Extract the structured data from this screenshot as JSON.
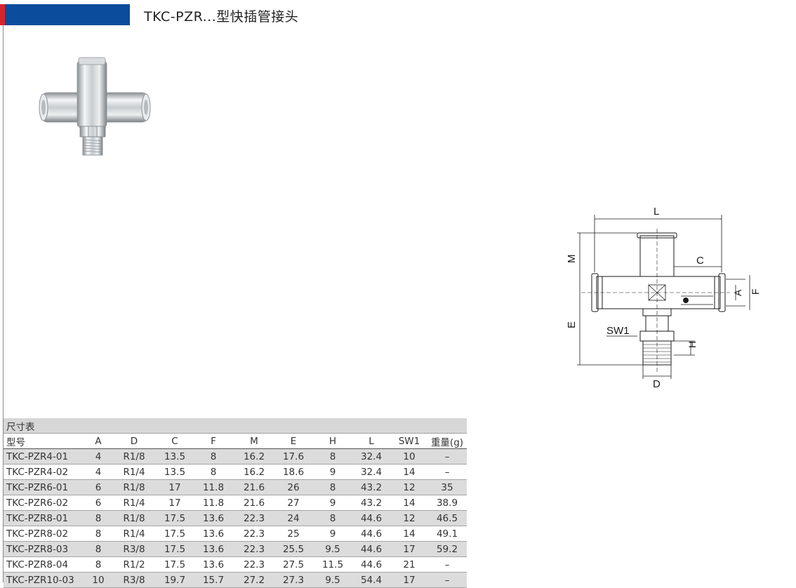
{
  "header": {
    "title": "TKC-PZR...型快插管接头",
    "accent_color": "#0b4c9c",
    "marker_color": "#d9232a"
  },
  "drawing_labels": {
    "L": "L",
    "M": "M",
    "C": "C",
    "A": "A",
    "F": "F",
    "E": "E",
    "SW1": "SW1",
    "H": "H",
    "D": "D"
  },
  "table": {
    "caption": "尺寸表",
    "columns": [
      "型号",
      "A",
      "D",
      "C",
      "F",
      "M",
      "E",
      "H",
      "L",
      "SW1",
      "重量(g)"
    ],
    "rows": [
      [
        "TKC-PZR4-01",
        "4",
        "R1/8",
        "13.5",
        "8",
        "16.2",
        "17.6",
        "8",
        "32.4",
        "10",
        "–"
      ],
      [
        "TKC-PZR4-02",
        "4",
        "R1/4",
        "13.5",
        "8",
        "16.2",
        "18.6",
        "9",
        "32.4",
        "14",
        "–"
      ],
      [
        "TKC-PZR6-01",
        "6",
        "R1/8",
        "17",
        "11.8",
        "21.6",
        "26",
        "8",
        "43.2",
        "12",
        "35"
      ],
      [
        "TKC-PZR6-02",
        "6",
        "R1/4",
        "17",
        "11.8",
        "21.6",
        "27",
        "9",
        "43.2",
        "14",
        "38.9"
      ],
      [
        "TKC-PZR8-01",
        "8",
        "R1/8",
        "17.5",
        "13.6",
        "22.3",
        "24",
        "8",
        "44.6",
        "12",
        "46.5"
      ],
      [
        "TKC-PZR8-02",
        "8",
        "R1/4",
        "17.5",
        "13.6",
        "22.3",
        "25",
        "9",
        "44.6",
        "14",
        "49.1"
      ],
      [
        "TKC-PZR8-03",
        "8",
        "R3/8",
        "17.5",
        "13.6",
        "22.3",
        "25.5",
        "9.5",
        "44.6",
        "17",
        "59.2"
      ],
      [
        "TKC-PZR8-04",
        "8",
        "R1/2",
        "17.5",
        "13.6",
        "22.3",
        "27.5",
        "11.5",
        "44.6",
        "21",
        "–"
      ],
      [
        "TKC-PZR10-03",
        "10",
        "R3/8",
        "19.7",
        "15.7",
        "27.2",
        "27.3",
        "9.5",
        "54.4",
        "17",
        "–"
      ]
    ]
  }
}
